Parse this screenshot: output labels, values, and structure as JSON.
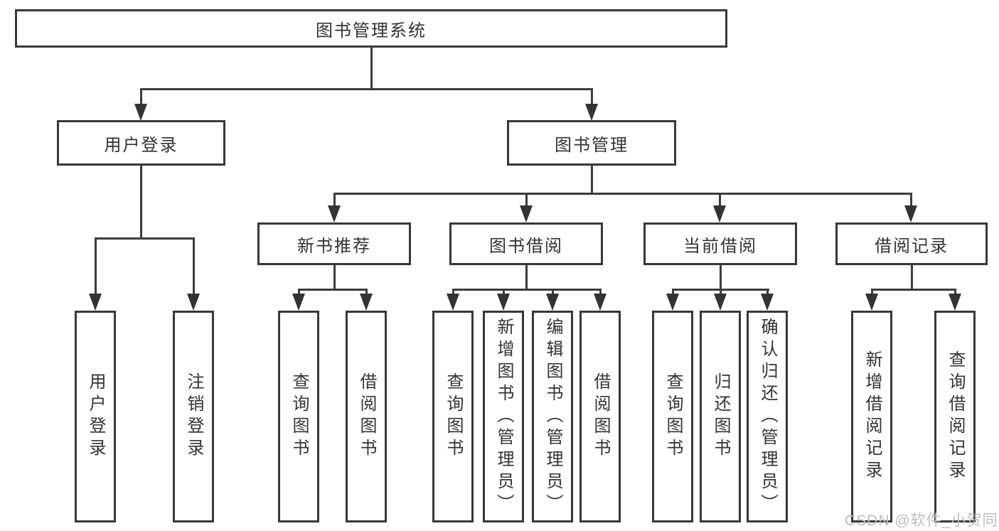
{
  "diagram": {
    "root": {
      "label": "图书管理系统"
    },
    "level1": [
      {
        "label": "用户登录"
      },
      {
        "label": "图书管理"
      }
    ],
    "level2": [
      {
        "label": "新书推荐"
      },
      {
        "label": "图书借阅"
      },
      {
        "label": "当前借阅"
      },
      {
        "label": "借阅记录"
      }
    ],
    "leaves": {
      "user_login": [
        {
          "label": "用户登录"
        },
        {
          "label": "注销登录"
        }
      ],
      "new_book": [
        {
          "label": "查询图书"
        },
        {
          "label": "借阅图书"
        }
      ],
      "book_borrow": [
        {
          "label": "查询图书"
        },
        {
          "label": "新增图书（管理员）"
        },
        {
          "label": "编辑图书（管理员）"
        },
        {
          "label": "借阅图书"
        }
      ],
      "current_borrow": [
        {
          "label": "查询图书"
        },
        {
          "label": "归还图书"
        },
        {
          "label": "确认归还（管理员）"
        }
      ],
      "borrow_record": [
        {
          "label": "新增借阅记录"
        },
        {
          "label": "查询借阅记录"
        }
      ]
    }
  },
  "watermark": {
    "text": "CSDN @软件_小贺同学"
  },
  "colors": {
    "line": "#3c3c3c",
    "border": "#383838",
    "text": "#333333",
    "background": "#ffffff",
    "watermark": "#bdbdbd"
  }
}
